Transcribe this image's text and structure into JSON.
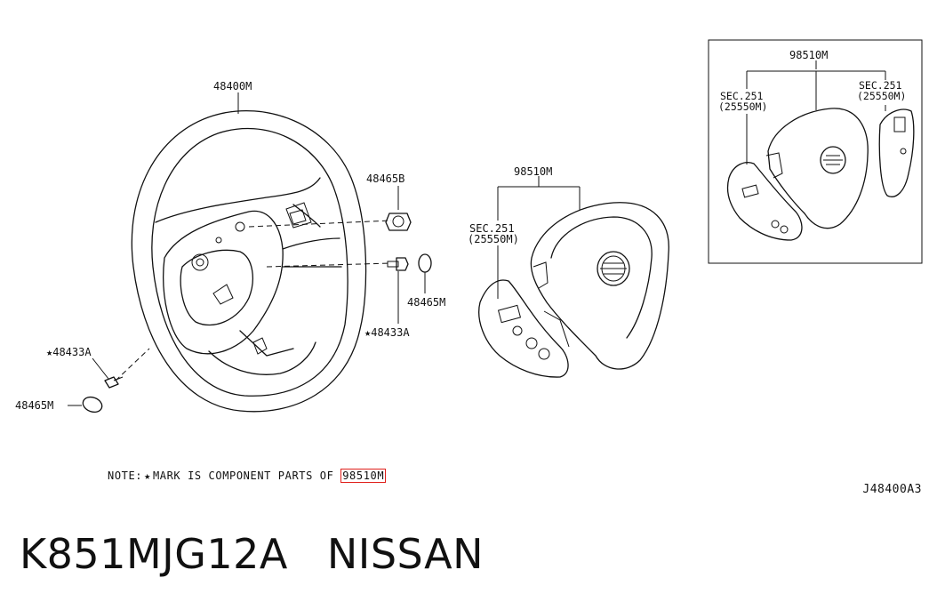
{
  "labels": {
    "wheel": "48400M",
    "nut": "48465B",
    "cap_right": "48465M",
    "bolt_right": "★48433A",
    "bolt_left": "★48433A",
    "cap_left": "48465M",
    "airbag_center": "98510M",
    "switch_center_line1": "SEC.251",
    "switch_center_line2": "(25550M)",
    "inset_airbag": "98510M",
    "inset_switch_left_line1": "SEC.251",
    "inset_switch_left_line2": "(25550M)",
    "inset_switch_right_line1": "SEC.251",
    "inset_switch_right_line2": "(25550M)"
  },
  "note": {
    "prefix": "NOTE:",
    "star": "★",
    "text": "MARK IS COMPONENT PARTS OF",
    "highlighted_part": "98510M",
    "highlight_color": "#e0201b"
  },
  "diagram_code": "J48400A3",
  "caption": {
    "part_number": "K851MJG12A",
    "brand": "NISSAN"
  }
}
